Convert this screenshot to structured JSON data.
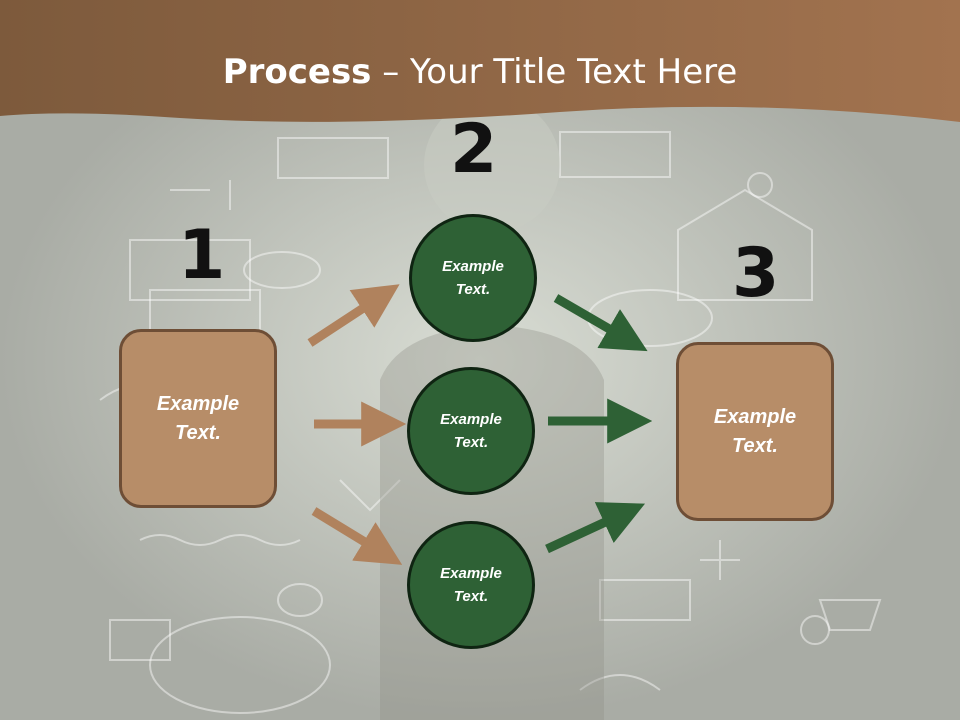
{
  "slide": {
    "title_bold": "Process",
    "title_rest": " – Your Title Text Here"
  },
  "steps": {
    "step1_number": "1",
    "step2_number": "2",
    "step3_number": "3"
  },
  "boxes": {
    "left_text": "Example Text.",
    "right_text": "Example Text."
  },
  "circles": [
    {
      "text": "Example Text."
    },
    {
      "text": "Example Text."
    },
    {
      "text": "Example Text."
    }
  ],
  "colors": {
    "header": "#7f5a3b",
    "background": "#a9aca5",
    "box_fill": "#b78d68",
    "circle_fill": "#2e6135",
    "arrow_tan": "#b0825d",
    "arrow_green": "#2e6135"
  }
}
